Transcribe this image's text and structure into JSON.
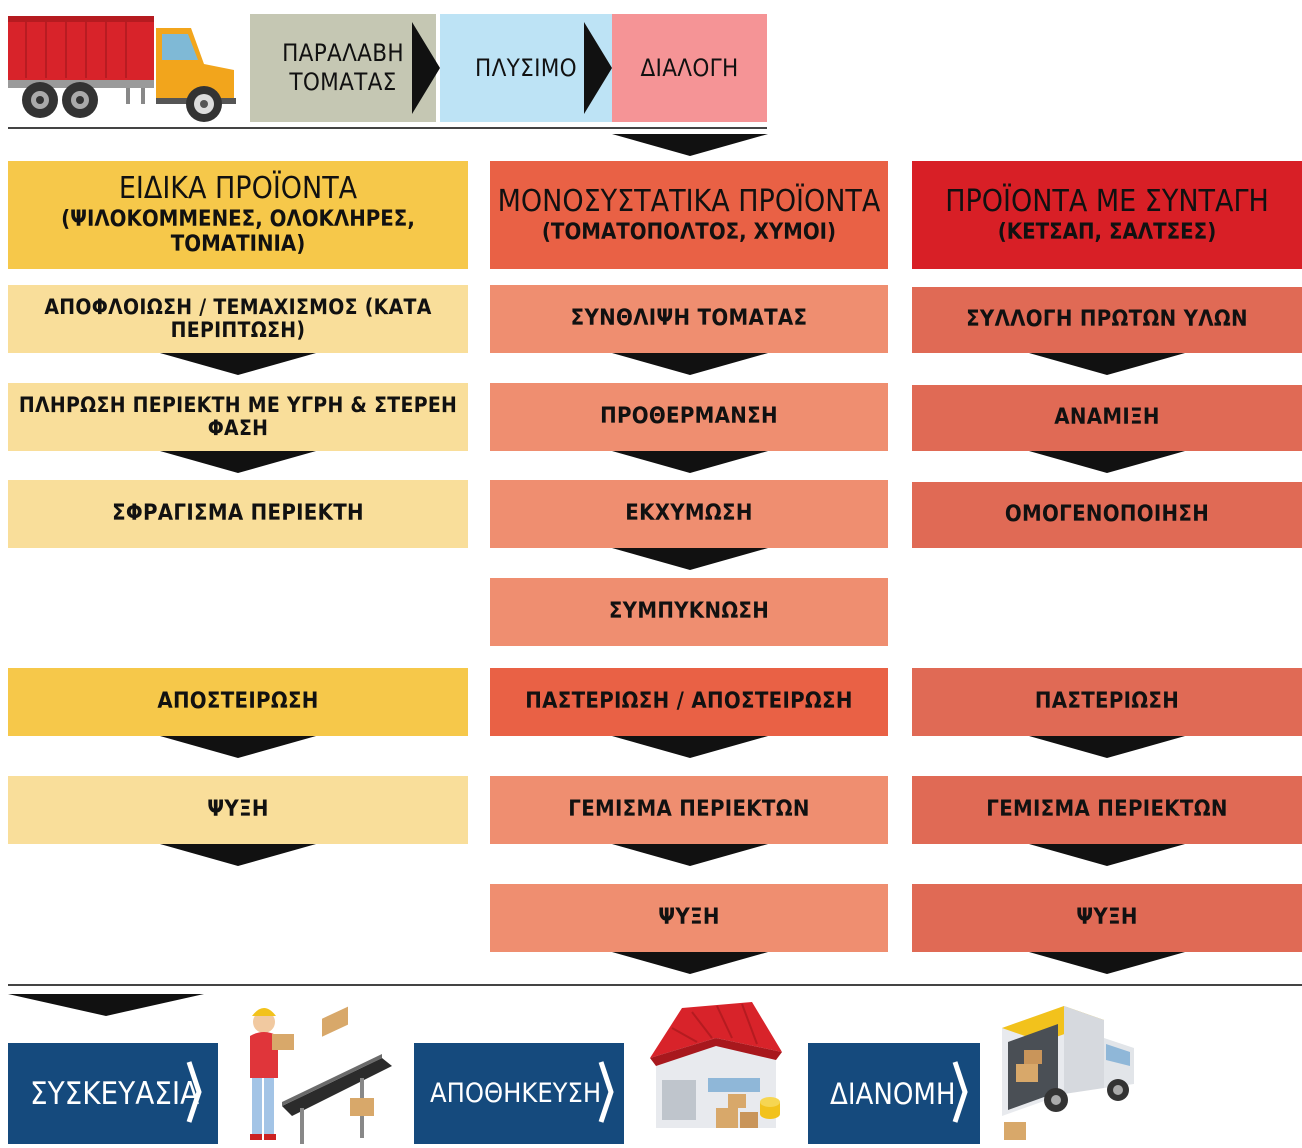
{
  "top": {
    "steps": [
      "ΠΑΡΑΛΑΒΗ\nΤΟΜΑΤΑΣ",
      "ΠΛΥΣΙΜΟ",
      "ΔΙΑΛΟΓΗ"
    ]
  },
  "columns": [
    {
      "title": "ΕΙΔΙΚΑ ΠΡΟΪΟΝΤΑ",
      "subtitle": "(ΨΙΛΟΚΟΜΜΕΝΕΣ, ΟΛΟΚΛΗΡΕΣ, ΤΟΜΑΤΙΝΙΑ)",
      "steps": [
        "ΑΠΟΦΛΟΙΩΣΗ / ΤΕΜΑΧΙΣΜΟΣ (ΚΑΤΑ ΠΕΡΙΠΤΩΣΗ)",
        "ΠΛΗΡΩΣΗ ΠΕΡΙΕΚΤΗ ΜΕ ΥΓΡΗ & ΣΤΕΡΕΗ ΦΑΣΗ",
        "ΣΦΡΑΓΙΣΜΑ ΠΕΡΙΕΚΤΗ",
        "ΑΠΟΣΤΕΙΡΩΣΗ",
        "ΨΥΞΗ"
      ]
    },
    {
      "title": "ΜΟΝΟΣΥΣΤΑΤΙΚΑ ΠΡΟΪΟΝΤΑ",
      "subtitle": "(ΤΟΜΑΤΟΠΟΛΤΟΣ, ΧΥΜΟΙ)",
      "steps": [
        "ΣΥΝΘΛΙΨΗ ΤΟΜΑΤΑΣ",
        "ΠΡΟΘΕΡΜΑΝΣΗ",
        "ΕΚΧΥΜΩΣΗ",
        "ΣΥΜΠΥΚΝΩΣΗ",
        "ΠΑΣΤΕΡΙΩΣΗ / ΑΠΟΣΤΕΙΡΩΣΗ",
        "ΓΕΜΙΣΜΑ ΠΕΡΙΕΚΤΩΝ",
        "ΨΥΞΗ"
      ]
    },
    {
      "title": "ΠΡΟΪΟΝΤΑ ΜΕ ΣΥΝΤΑΓΗ",
      "subtitle": "(ΚΕΤΣΑΠ, ΣΑΛΤΣΕΣ)",
      "steps": [
        "ΣΥΛΛΟΓΗ ΠΡΩΤΩΝ ΥΛΩΝ",
        "ΑΝΑΜΙΞΗ",
        "ΟΜΟΓΕΝΟΠΟΙΗΣΗ",
        "ΠΑΣΤΕΡΙΩΣΗ",
        "ΓΕΜΙΣΜΑ ΠΕΡΙΕΚΤΩΝ",
        "ΨΥΞΗ"
      ]
    }
  ],
  "bottom": {
    "steps": [
      "ΣΥΣΚΕΥΑΣΙΑ",
      "ΑΠΟΘΗΚΕΥΣΗ",
      "ΔΙΑΝΟΜΗ"
    ]
  },
  "icons": [
    "truck-icon",
    "conveyor-worker-icon",
    "warehouse-icon",
    "delivery-van-icon",
    "chevron-right-icon"
  ],
  "colors": {
    "receive": "#c5c7b3",
    "wash": "#bde3f5",
    "sort": "#f59496",
    "col1_header": "#f6c84a",
    "col1_step": "#f9de9a",
    "col2_header": "#e96145",
    "col2_step": "#ef8e70",
    "col3_header": "#d81f26",
    "col3_step": "#e06a55",
    "bottom_blue": "#154a7d"
  }
}
